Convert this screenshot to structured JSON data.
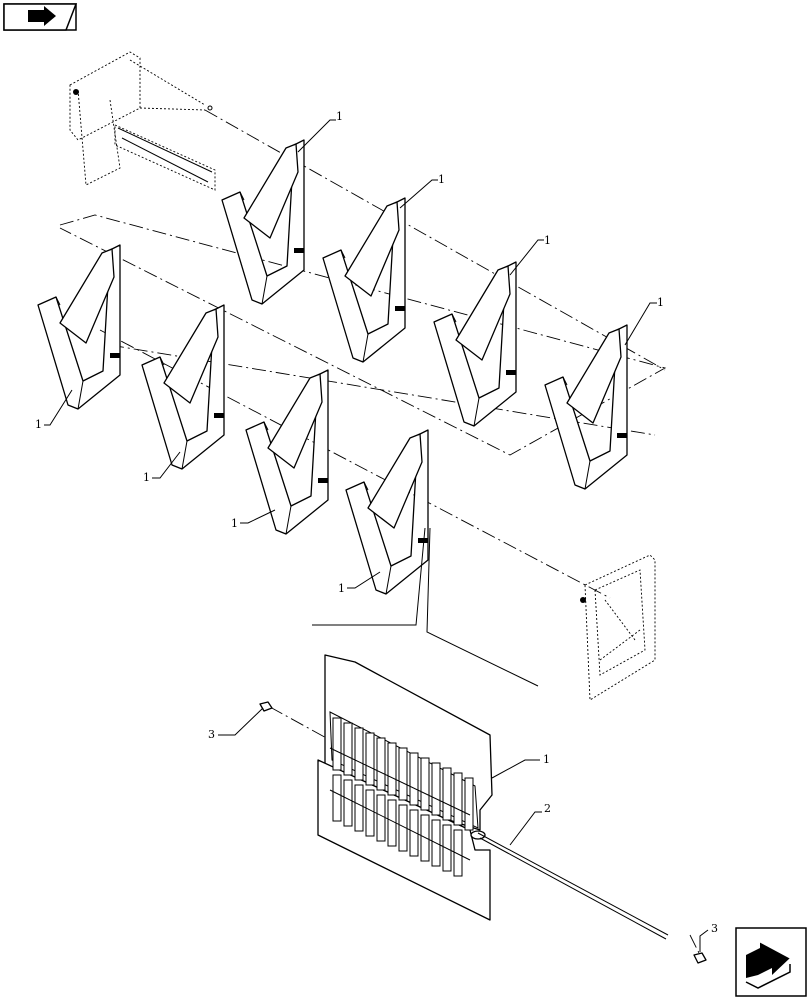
{
  "nav": {
    "top_icon": "reference-view-icon",
    "bottom_icon": "next-page-arrow-icon"
  },
  "callouts": {
    "knife": "1",
    "rod": "2",
    "fastener": "3"
  },
  "colors": {
    "line": "#000000",
    "background": "#ffffff"
  }
}
